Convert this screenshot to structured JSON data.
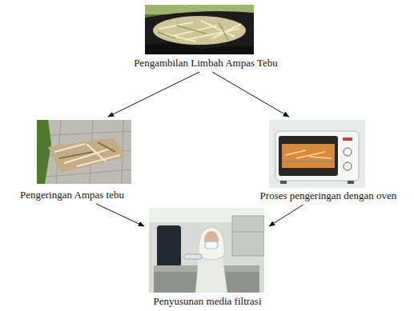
{
  "diagram": {
    "nodes": [
      {
        "text": [
          "Pengambilan Limbah Ampas Tebu"
        ]
      },
      {
        "text": [
          "Pengeringan Ampas tebu"
        ]
      },
      {
        "text": [
          "Proses pengeringan dengan oven"
        ]
      },
      {
        "text": [
          "Penyusunan media filtrasi"
        ]
      }
    ],
    "edges": [
      {
        "from": 0,
        "to": 1,
        "arrow": "to"
      },
      {
        "from": 0,
        "to": 2,
        "arrow": "to"
      },
      {
        "from": 1,
        "to": 3,
        "arrow": "to"
      },
      {
        "from": 2,
        "to": 3,
        "arrow": "to"
      }
    ]
  }
}
